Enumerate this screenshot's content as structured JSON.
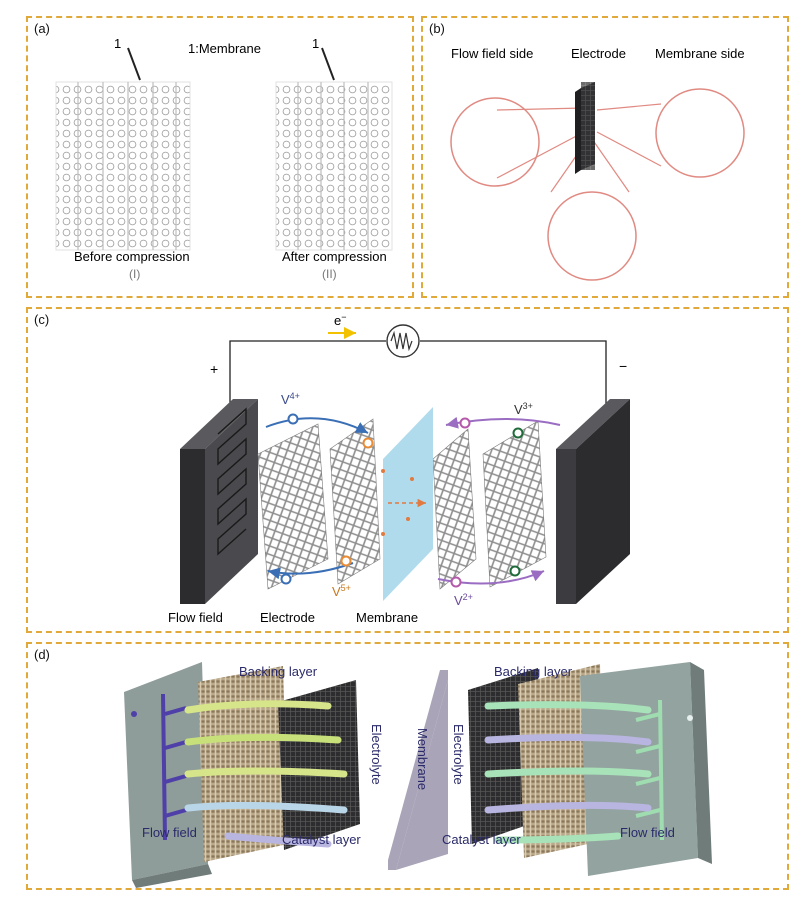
{
  "panel_a": {
    "label": "(a)",
    "marker_left": "1",
    "marker_right": "1",
    "legend": "1:Membrane",
    "caption_left": "Before compression",
    "caption_right": "After compression",
    "numeral_left": "(I)",
    "numeral_right": "(II)"
  },
  "panel_b": {
    "label": "(b)",
    "flow_field_side": "Flow field side",
    "electrode": "Electrode",
    "membrane_side": "Membrane side"
  },
  "panel_c": {
    "label": "(c)",
    "electron": "e",
    "electron_sup": "−",
    "plus": "+",
    "minus": "−",
    "v4": "V",
    "v4_sup": "4+",
    "v5": "V",
    "v5_sup": "5+",
    "v3": "V",
    "v3_sup": "3+",
    "v2": "V",
    "v2_sup": "2+",
    "flow_field": "Flow field",
    "electrode": "Electrode",
    "membrane": "Membrane"
  },
  "panel_d": {
    "label": "(d)",
    "backing_left": "Backing layer",
    "backing_right": "Backing layer",
    "electrolyte_left": "Electrolyte",
    "electrolyte_right": "Electrolyte",
    "membrane": "Membrane",
    "flow_field_left": "Flow field",
    "flow_field_right": "Flow field",
    "catalyst_left": "Catalyst layer",
    "catalyst_right": "Catalyst layer"
  },
  "colors": {
    "border": "#e0a93a",
    "flow_plate_dark": "#3f3f44",
    "membrane_blue": "#a8d8ea",
    "flow_plate_grey": "#8e9c9a",
    "membrane_grey": "#a9a4b8",
    "arrow_blue": "#3a6fb5",
    "arrow_purple": "#9a6cc2",
    "electron_yellow": "#f2c200"
  }
}
